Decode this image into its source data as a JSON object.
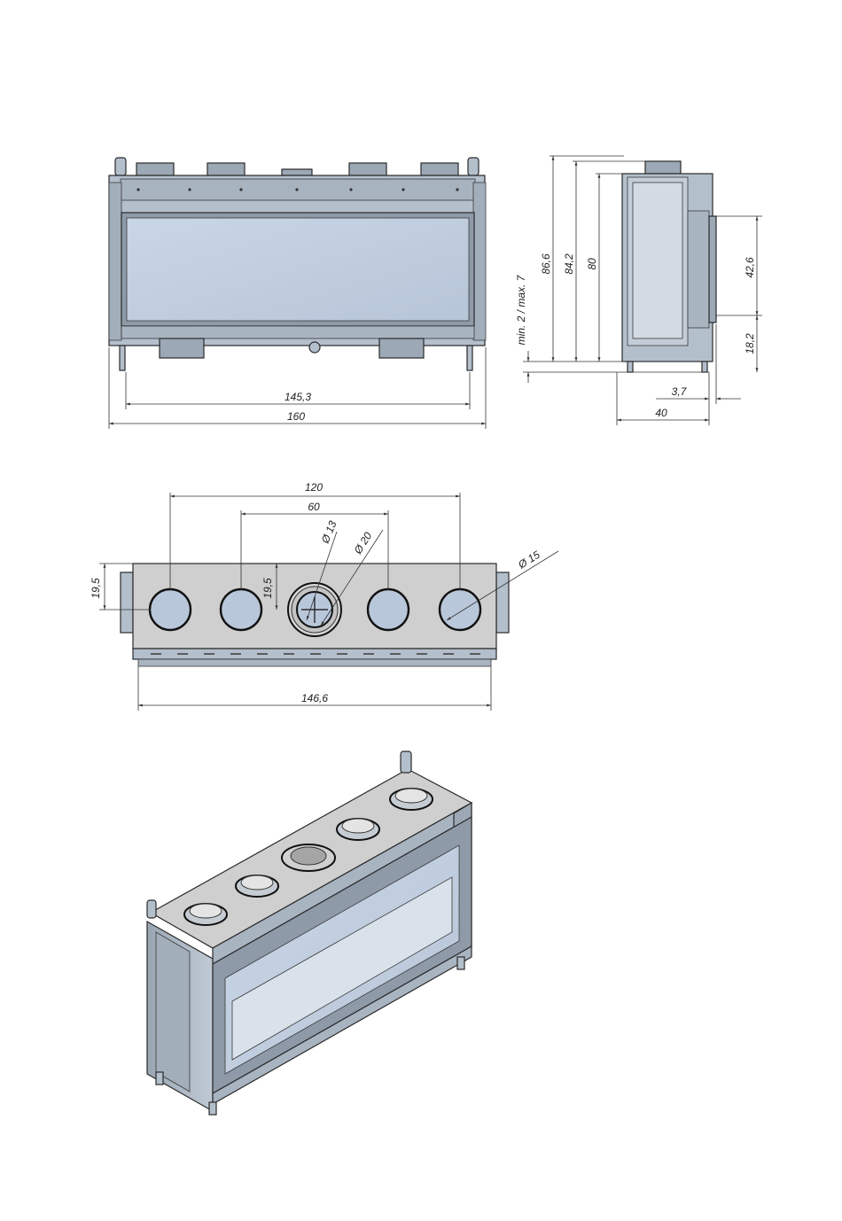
{
  "colors": {
    "steel": "#b4bfcc",
    "steel_dark": "#8e9aa8",
    "glass": "#c2d0e2",
    "top_panel": "#cfcfcf",
    "outline": "#2a2a2a",
    "dimension": "#333333"
  },
  "front_view": {
    "width_inner": "145,3",
    "width_total": "160"
  },
  "side_view": {
    "height_total": "86,6",
    "height_outlet": "84,2",
    "height_body": "80",
    "base_offset": "min. 2 / max. 7",
    "frame_height": "42,6",
    "frame_base": "18,2",
    "frame_depth": "3,7",
    "depth": "40"
  },
  "top_view": {
    "outer_spacing": "120",
    "inner_spacing": "60",
    "dia_inner": "Ø 13",
    "dia_outer": "Ø 20",
    "dia_outlet": "Ø 15",
    "edge_offset_left": "19,5",
    "edge_offset_center": "19,5",
    "width": "146,6"
  }
}
